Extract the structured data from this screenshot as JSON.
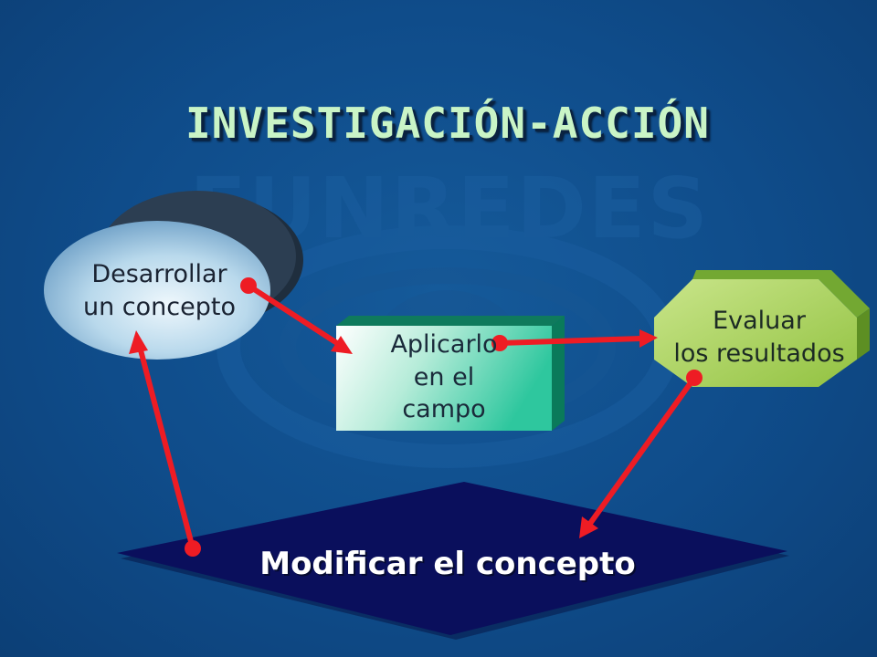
{
  "title": "INVESTIGACIÓN-ACCIÓN",
  "watermark": {
    "text": "FUNREDES"
  },
  "nodes": {
    "desarrollar": {
      "lines": [
        "Desarrollar",
        "un concepto"
      ]
    },
    "aplicarlo": {
      "lines": [
        "Aplicarlo",
        "en el",
        "campo"
      ]
    },
    "evaluar": {
      "lines": [
        "Evaluar",
        "los resultados"
      ]
    },
    "modificar": {
      "label": "Modificar el concepto"
    }
  },
  "colors": {
    "background": "#0f4a86",
    "title": "#c9f4c6",
    "arrow": "#ee1c24",
    "ellipse_fill": "#a9cfe6",
    "box_fill": "#3fcfa8",
    "octagon_fill": "#a6cf4c",
    "diamond_fill": "#0a0f5c"
  },
  "connections": [
    {
      "from": "desarrollar",
      "to": "aplicarlo"
    },
    {
      "from": "aplicarlo",
      "to": "evaluar"
    },
    {
      "from": "evaluar",
      "to": "modificar"
    },
    {
      "from": "modificar",
      "to": "desarrollar"
    }
  ]
}
